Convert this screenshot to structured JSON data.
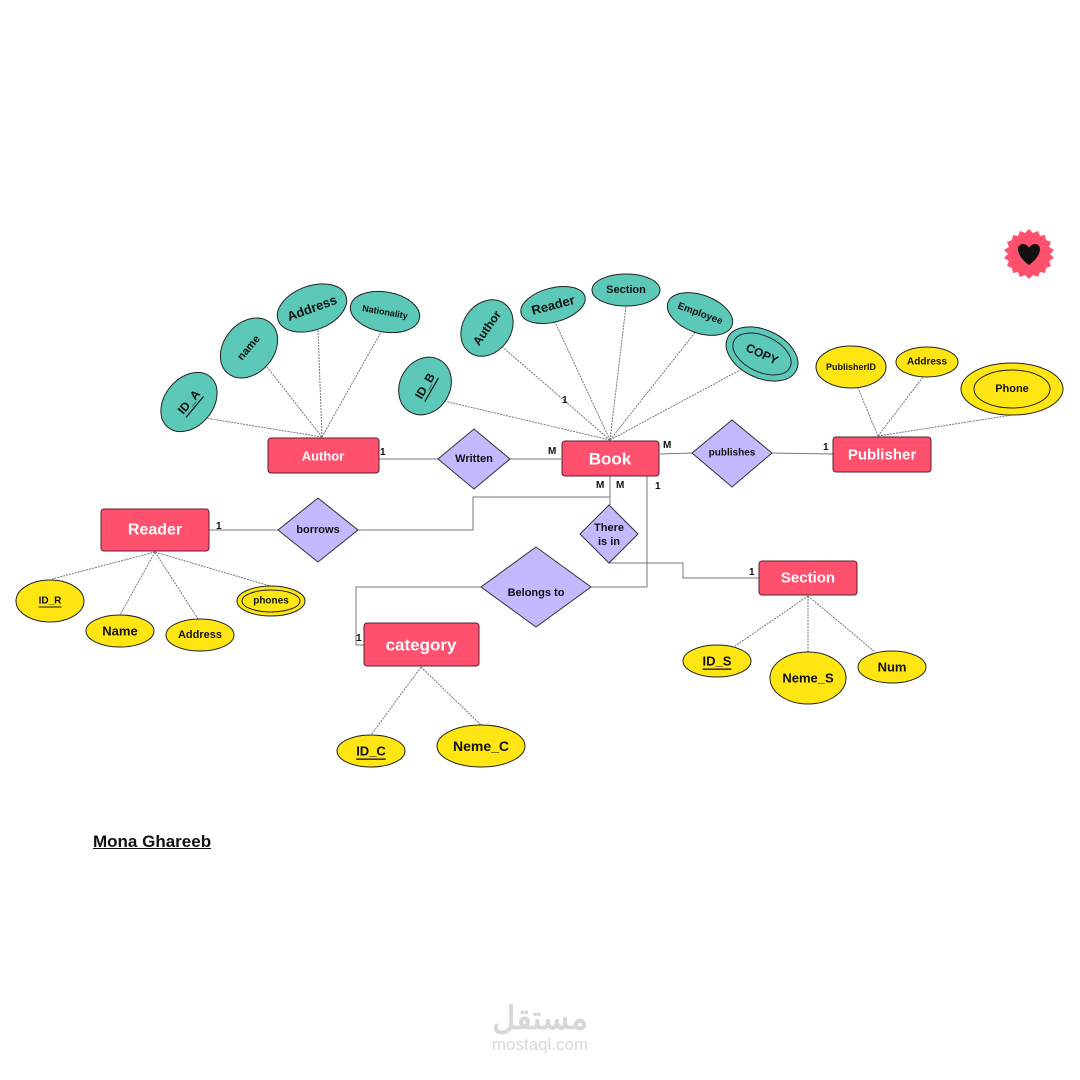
{
  "entities": {
    "author": "Author",
    "book": "Book",
    "publisher": "Publisher",
    "reader": "Reader",
    "section": "Section",
    "category": "category"
  },
  "relationships": {
    "written": "Written",
    "publishes": "publishes",
    "borrows": "borrows",
    "there_is_in_1": "There",
    "there_is_in_2": "is in",
    "belongs_to": "Belongs to"
  },
  "attributes": {
    "author": [
      "ID_A",
      "name",
      "Address",
      "Nationality"
    ],
    "book": [
      "ID_B",
      "Author",
      "Reader",
      "Section",
      "Employee",
      "COPY"
    ],
    "publisher": [
      "PublisherID",
      "Address",
      "Phone"
    ],
    "reader": [
      "ID_R",
      "Name",
      "Address",
      "phones"
    ],
    "category": [
      "ID_C",
      "Neme_C"
    ],
    "section": [
      "ID_S",
      "Neme_S",
      "Num"
    ]
  },
  "cardinalities": {
    "author_written": "1",
    "book_written": "M",
    "book_publishes": "M",
    "publisher_publishes": "1",
    "reader_borrows": "1",
    "book_reader_attr": "1",
    "book_borrows": "M",
    "book_there_is_in": "M",
    "book_belongs_to": "1",
    "section_there_is_in": "1",
    "category_belongs_to": "1"
  },
  "signature": "Mona Ghareeb",
  "watermark": {
    "arabic": "مستقل",
    "latin": "mostaql.com"
  },
  "colors": {
    "entity": "#ff506e",
    "relationship": "#c4b8ff",
    "teal_attribute": "#5cc8b8",
    "yellow_attribute": "#ffe612"
  }
}
